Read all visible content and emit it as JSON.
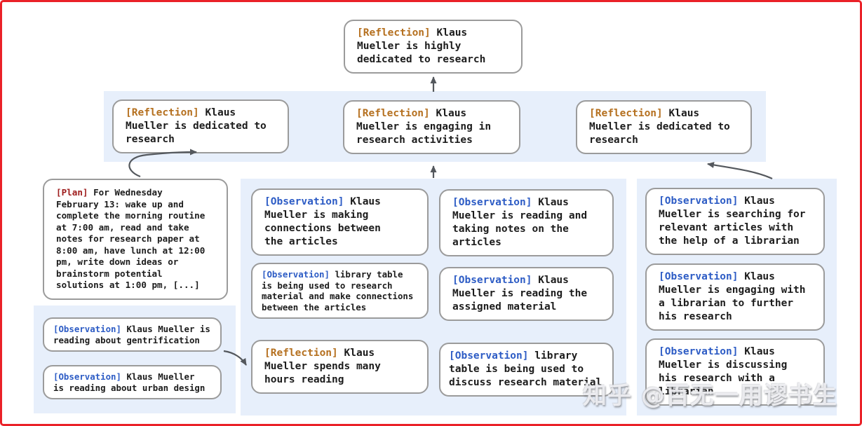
{
  "diagram": {
    "root": {
      "tag": "[Reflection]",
      "text": "Klaus\nMueller is highly\ndedicated to research"
    },
    "level2": [
      {
        "tag": "[Reflection]",
        "text": "Klaus\nMueller is dedicated to\nresearch"
      },
      {
        "tag": "[Reflection]",
        "text": "Klaus\nMueller is engaging in\nresearch activities"
      },
      {
        "tag": "[Reflection]",
        "text": "Klaus\nMueller is dedicated to\nresearch"
      }
    ],
    "plan": {
      "tag": "[Plan]",
      "text": "For Wednesday\nFebruary 13: wake up and\ncomplete the morning routine\nat 7:00 am, read and take\nnotes for research paper at\n8:00 am, have lunch at 12:00\npm, write down ideas or\nbrainstorm potential\nsolutions at 1:00 pm, [...]"
    },
    "left_group": [
      {
        "tag": "[Observation]",
        "text": "Klaus Mueller is\nreading about gentrification"
      },
      {
        "tag": "[Observation]",
        "text": "Klaus Mueller\nis reading about urban design"
      }
    ],
    "middle_col1": [
      {
        "tag": "[Observation]",
        "text": "Klaus\nMueller is making\nconnections between\nthe articles"
      },
      {
        "tag": "[Observation]",
        "text": "library table\nis being used to research\nmaterial and make connections\nbetween the articles"
      },
      {
        "tag": "[Reflection]",
        "text": "Klaus\nMueller spends many\nhours reading"
      }
    ],
    "middle_col2": [
      {
        "tag": "[Observation]",
        "text": "Klaus\nMueller is reading and\ntaking notes on the\narticles"
      },
      {
        "tag": "[Observation]",
        "text": "Klaus\nMueller is reading the\nassigned material"
      },
      {
        "tag": "[Observation]",
        "text": "library\ntable is being used to\ndiscuss research material"
      }
    ],
    "right_group": [
      {
        "tag": "[Observation]",
        "text": "Klaus\nMueller is searching for\nrelevant articles with\nthe help of a librarian"
      },
      {
        "tag": "[Observation]",
        "text": "Klaus\nMueller is engaging with\na librarian to further\nhis research"
      },
      {
        "tag": "[Observation]",
        "text": "Klaus\nMueller is discussing\nhis research with a\nlibrarian"
      }
    ]
  },
  "colors": {
    "reflection_tag": "#b5701f",
    "observation_tag": "#2d5cc5",
    "plan_tag": "#9e1c1c",
    "body_text": "#1c1c1c",
    "node_border": "#9b9b9b",
    "panel_background": "#e7effb",
    "arrow": "#54585d",
    "frame_border": "#ea2128"
  },
  "watermark": {
    "text": "知乎 @百无一用谬书生"
  }
}
